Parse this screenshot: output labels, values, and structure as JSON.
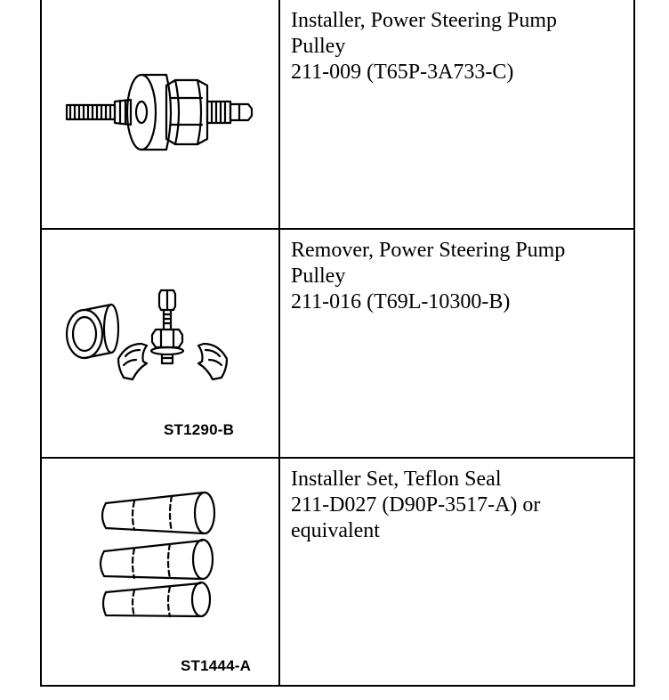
{
  "tools": [
    {
      "name": "Installer, Power Steering Pump",
      "name_cont": "Pulley",
      "number": "211-009 (T65P-3A733-C)",
      "code": "",
      "icon": "pulley-installer-icon"
    },
    {
      "name": "Remover, Power Steering Pump",
      "name_cont": "Pulley",
      "number": "211-016 (T69L-10300-B)",
      "code": "ST1290-B",
      "icon": "pulley-remover-icon"
    },
    {
      "name": "Installer Set, Teflon Seal",
      "name_cont": "211-D027 (D90P-3517-A) or",
      "number": "equivalent",
      "code": "ST1444-A",
      "icon": "teflon-seal-installer-set-icon"
    }
  ]
}
